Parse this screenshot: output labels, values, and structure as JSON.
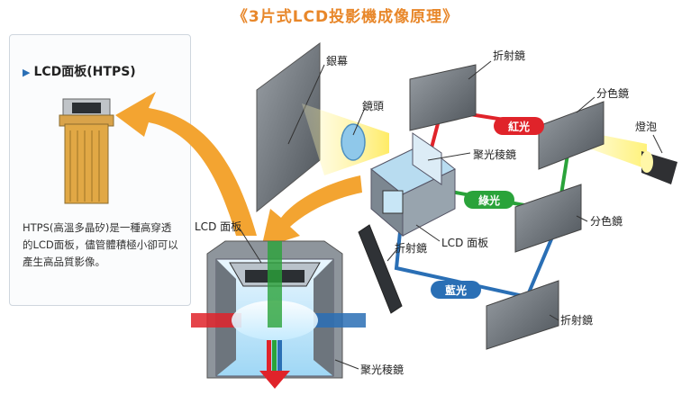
{
  "title": "《3片式LCD投影機成像原理》",
  "info_panel": {
    "heading": "LCD面板(HTPS)",
    "description": "HTPS(高溫多晶矽)是一種高穿透的LCD面板，儘管體積極小卻可以產生高品質影像。"
  },
  "labels": {
    "screen": "銀幕",
    "lens": "鏡頭",
    "reflector_top": "折射鏡",
    "dichroic_top": "分色鏡",
    "lamp": "燈泡",
    "prism": "聚光稜鏡",
    "red_light": "紅光",
    "green_light": "綠光",
    "blue_light": "藍光",
    "dichroic_mid": "分色鏡",
    "lcd_panel_center": "LCD 面板",
    "reflector_left": "折射鏡",
    "reflector_bottom": "折射鏡",
    "lcd_panel_zoom": "LCD 面板",
    "prism_zoom": "聚光稜鏡"
  },
  "colors": {
    "title": "#e8872a",
    "red": "#e0232a",
    "green": "#2aa33a",
    "blue": "#2a6fb5",
    "arrow_orange": "#f3a431",
    "mirror": "#6c7278",
    "light_beam": "#fff27a"
  }
}
